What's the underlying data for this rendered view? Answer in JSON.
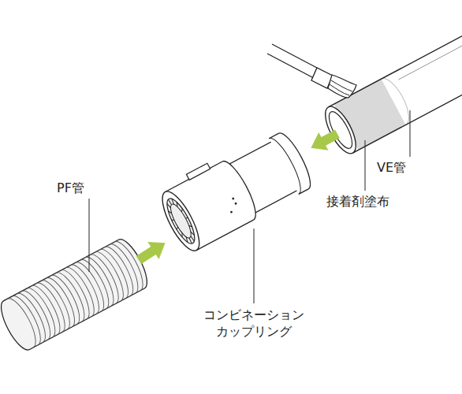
{
  "diagram": {
    "labels": [
      "PF管",
      "コンビネーション カップリング",
      "VE管",
      "接着剤塗布"
    ]
  }
}
